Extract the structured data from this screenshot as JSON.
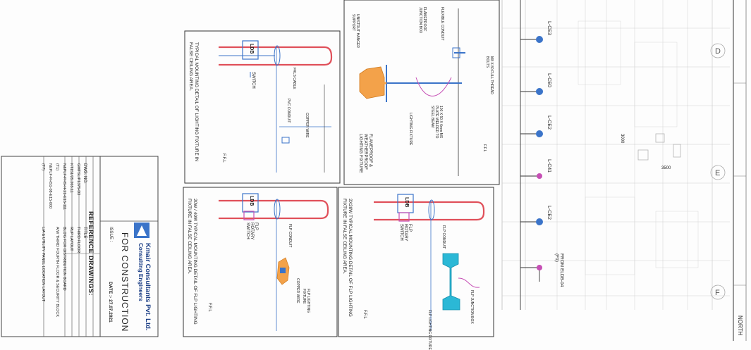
{
  "company": {
    "name": "Kmair Consultants Pvt. Ltd.",
    "subtitle": "Consulting Engineers",
    "status": "FOR CONSTRUCTION",
    "issue": "ISSUE :",
    "date": "DATE :- 27.07.2021"
  },
  "reference": {
    "heading": "REFERENCE DRAWINGS:",
    "col_dwg": "DWG. NO.",
    "col_title": "TITLE",
    "rows": [
      {
        "dwg": "GMTSL/P1375-D3",
        "title": "THIRD FLOOR"
      },
      {
        "dwg": "KT151/25.265.11",
        "title": "RUP LAYOUT"
      },
      {
        "dwg": "N&PLF-FHS-H-21-E15-111",
        "title": "BLD'G FOR DISTRIBUTION BOARD"
      },
      {
        "dwg": "(T1)",
        "title": "A/W THIRD FOURTH FLOOR & SECURITY BLOCK"
      },
      {
        "dwg": "NEPLF-FHS1-08-E15-000",
        "title": ""
      },
      {
        "dwg": "(T7)",
        "title": "L/A & UTILITY PANEL LOCATION LAYOUT"
      }
    ]
  },
  "details": {
    "fixture_top": {
      "title": "FLAMEPROOF & WEATHERPROOF LIGHTING FIXTURE",
      "notes": [
        "FLAMEPROOF JUNCTION BOX",
        "FLEXIBLE CONDUIT",
        "M8 X 80 FULL THREAD BOLTS",
        "UNISTRUT HANGER SUPPORT",
        "100 X 50 X 6mm MS PLATE WELDED TO STEEL BEAM",
        "LIGHTING FIXTURE"
      ],
      "ffl": "F.F.L"
    },
    "detail_ldb_top": {
      "title": "TYPICAL MOUNTING DETAIL OF LIGHTING FIXTURE IN FALSE CEILING AREA.",
      "ldb": "LDB",
      "switch": "SWITCH",
      "notes": [
        "FRLS CABLE",
        "PVC CONDUIT",
        "COPPER WIRE"
      ],
      "ffl": "F.F.L"
    },
    "detail_flp_right": {
      "title": "2X20W TYPICAL MOUNTING DETAIL OF FLP LIGHTING FIXTURE IN FALSE CEILING AREA.",
      "ldb": "LDB",
      "switch": "FLP ROTARY SWITCH",
      "notes": [
        "FLP CONDUIT",
        "FLP LIGHTING FIXTURE",
        "FLP JUNCTION BOX"
      ],
      "ffl": "F.F.L"
    },
    "detail_flp_left": {
      "title": "20W / 40W TYPICAL MOUNTING DETAIL OF FLP LIGHTING FIXTURE IN FALSE CEILING AREA.",
      "ldb": "LDB",
      "switch": "FLP ROTARY SWITCH",
      "notes": [
        "FLP CONDUIT",
        "FLP LIGHTING FIXTURE",
        "COPPER WIRE"
      ],
      "ffl": "F.F.L"
    }
  },
  "plan": {
    "fixtures": [
      "L-CE3",
      "L-CE0",
      "L-CE2",
      "L-C41",
      "L-CE2"
    ],
    "dim_3000": "3000",
    "dim_3500": "3500",
    "from_note": "FROM ELDB-04 (F1)",
    "grid_labels": [
      "D",
      "E",
      "F"
    ],
    "north": "NORTH"
  },
  "colors": {
    "red": "#e0505a",
    "blue": "#3b74c9",
    "cyan": "#2bb8d6",
    "orange": "#f3a24a",
    "magenta": "#c64fb5",
    "line": "#333333"
  }
}
